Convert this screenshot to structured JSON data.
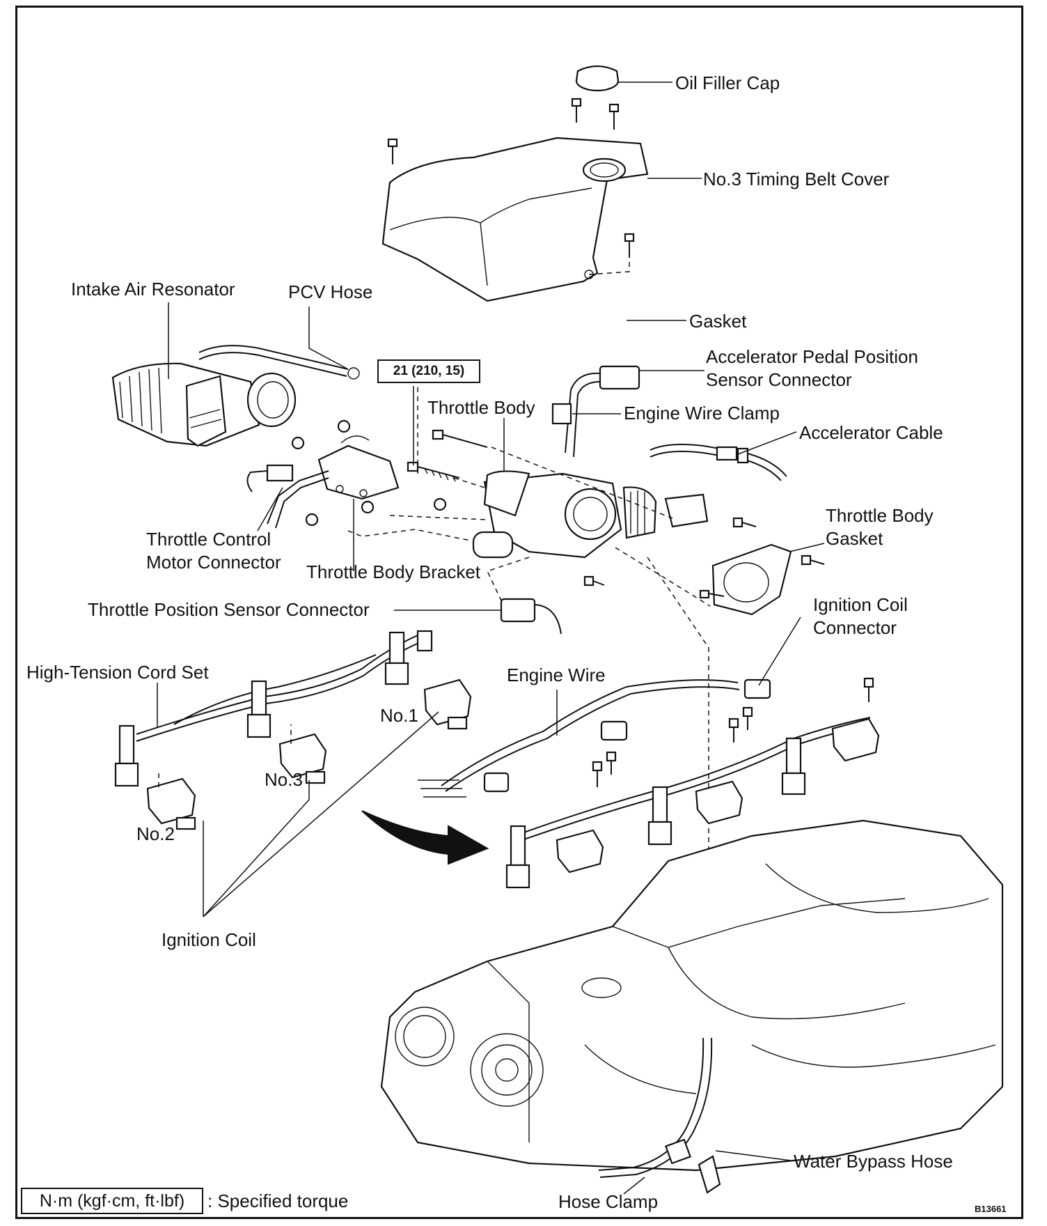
{
  "labels": {
    "oil_filler_cap": "Oil Filler Cap",
    "timing_belt_cover": "No.3 Timing Belt Cover",
    "intake_air_resonator": "Intake Air Resonator",
    "pcv_hose": "PCV Hose",
    "gasket": "Gasket",
    "app_sensor_connector_line1": "Accelerator Pedal Position",
    "app_sensor_connector_line2": "Sensor Connector",
    "throttle_body": "Throttle Body",
    "engine_wire_clamp": "Engine Wire Clamp",
    "accelerator_cable": "Accelerator Cable",
    "throttle_control_motor_line1": "Throttle Control",
    "throttle_control_motor_line2": "Motor Connector",
    "throttle_body_bracket": "Throttle Body Bracket",
    "throttle_body_gasket_line1": "Throttle Body",
    "throttle_body_gasket_line2": "Gasket",
    "throttle_position_sensor": "Throttle Position Sensor Connector",
    "ignition_coil_connector_line1": "Ignition Coil",
    "ignition_coil_connector_line2": "Connector",
    "high_tension_cord_set": "High-Tension Cord Set",
    "engine_wire": "Engine Wire",
    "no1": "No.1",
    "no2": "No.2",
    "no3": "No.3",
    "ignition_coil": "Ignition Coil",
    "water_bypass_hose": "Water Bypass Hose",
    "hose_clamp": "Hose Clamp"
  },
  "torque_spec": "21 (210, 15)",
  "legend": {
    "unit_box": "N·m (kgf·cm, ft·lbf)",
    "description": ": Specified torque"
  },
  "figure_code": "B13661"
}
